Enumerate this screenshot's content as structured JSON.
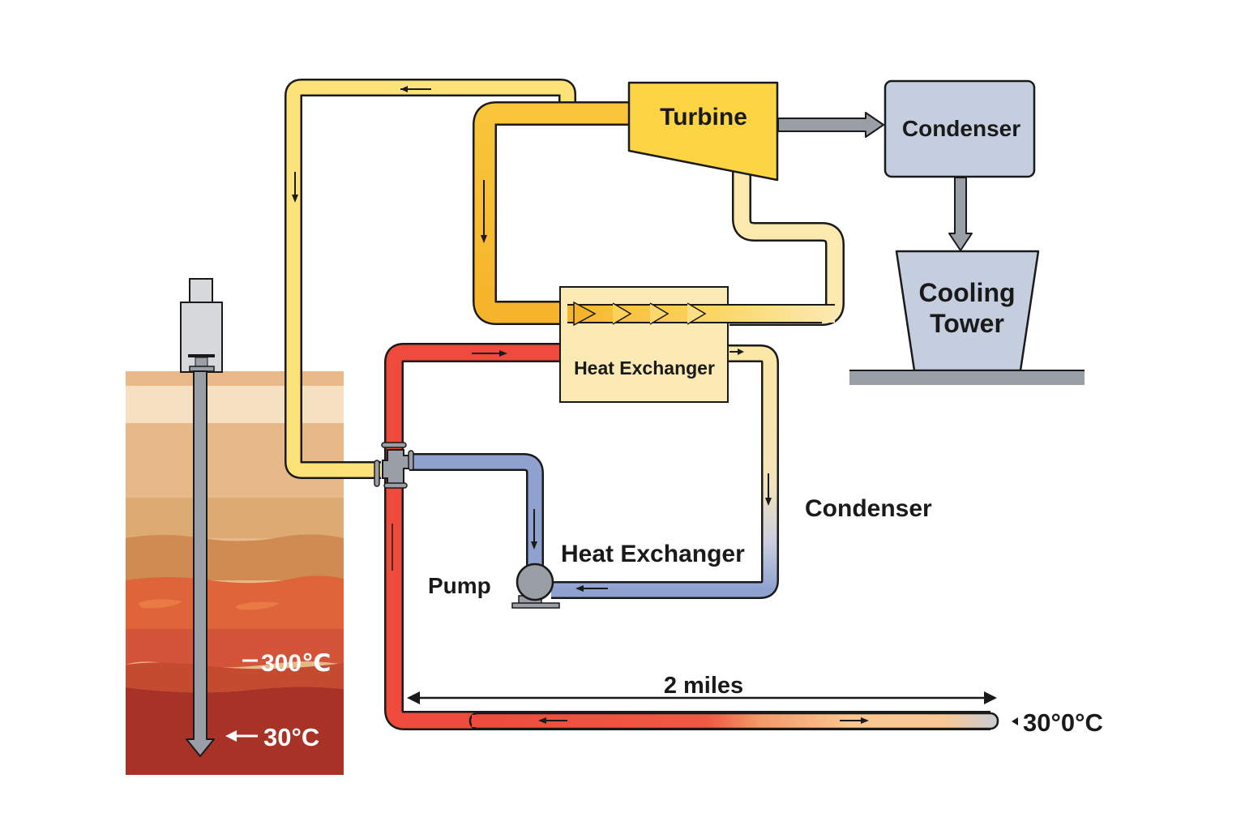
{
  "diagram": {
    "title": "Geothermal binary-cycle power plant",
    "components": {
      "turbine": "Turbine",
      "condenser_box": "Condenser",
      "cooling_tower": [
        "Cooling",
        "Tower"
      ],
      "heat_exchanger_box": "Heat Exchanger"
    },
    "labels": {
      "condenser_side": "Condenser",
      "heat_exchanger_side": "Heat Exchanger",
      "pump": "Pump",
      "distance": "2 miles",
      "temp_mid": "300℃",
      "temp_bottom": "30°C",
      "temp_right": "30°0°C"
    },
    "colors": {
      "hot_pipe": "#ef4b3c",
      "working_fluid": "#fbd24a",
      "working_fluid_light": "#fbe7a6",
      "cold_pipe": "#8fa2cf",
      "condenser_fill": "#c5cedf",
      "heat_exchanger_fill": "#fbeab4",
      "turbine_fill": "#fdd544",
      "steel": "#9a9ea6"
    },
    "ground_layers": [
      "#eab98a",
      "#f5e0c2",
      "#e7b888",
      "#ddaa74",
      "#d08b52",
      "#e0643a",
      "#d4543a",
      "#b33d2a",
      "#a83226"
    ]
  }
}
